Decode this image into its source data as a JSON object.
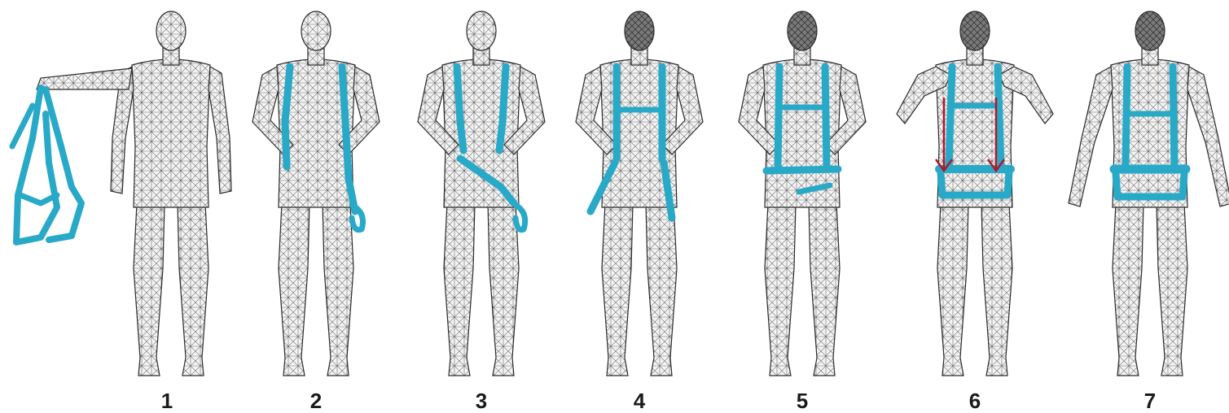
{
  "colors": {
    "harness": "#29a9c8",
    "arrow": "#b0182a",
    "mesh": "#2a2a2a",
    "label": "#1a1a1a"
  },
  "steps": [
    {
      "label": "1",
      "icon": "figure-holding-harness-icon"
    },
    {
      "label": "2",
      "icon": "figure-shoulder-straps-on-icon"
    },
    {
      "label": "3",
      "icon": "figure-adjusting-chest-strap-icon"
    },
    {
      "label": "4",
      "icon": "figure-pulling-leg-straps-icon"
    },
    {
      "label": "5",
      "icon": "figure-fastening-waist-buckle-icon"
    },
    {
      "label": "6",
      "icon": "figure-tightening-straps-down-icon"
    },
    {
      "label": "7",
      "icon": "figure-harness-fitted-icon"
    }
  ]
}
